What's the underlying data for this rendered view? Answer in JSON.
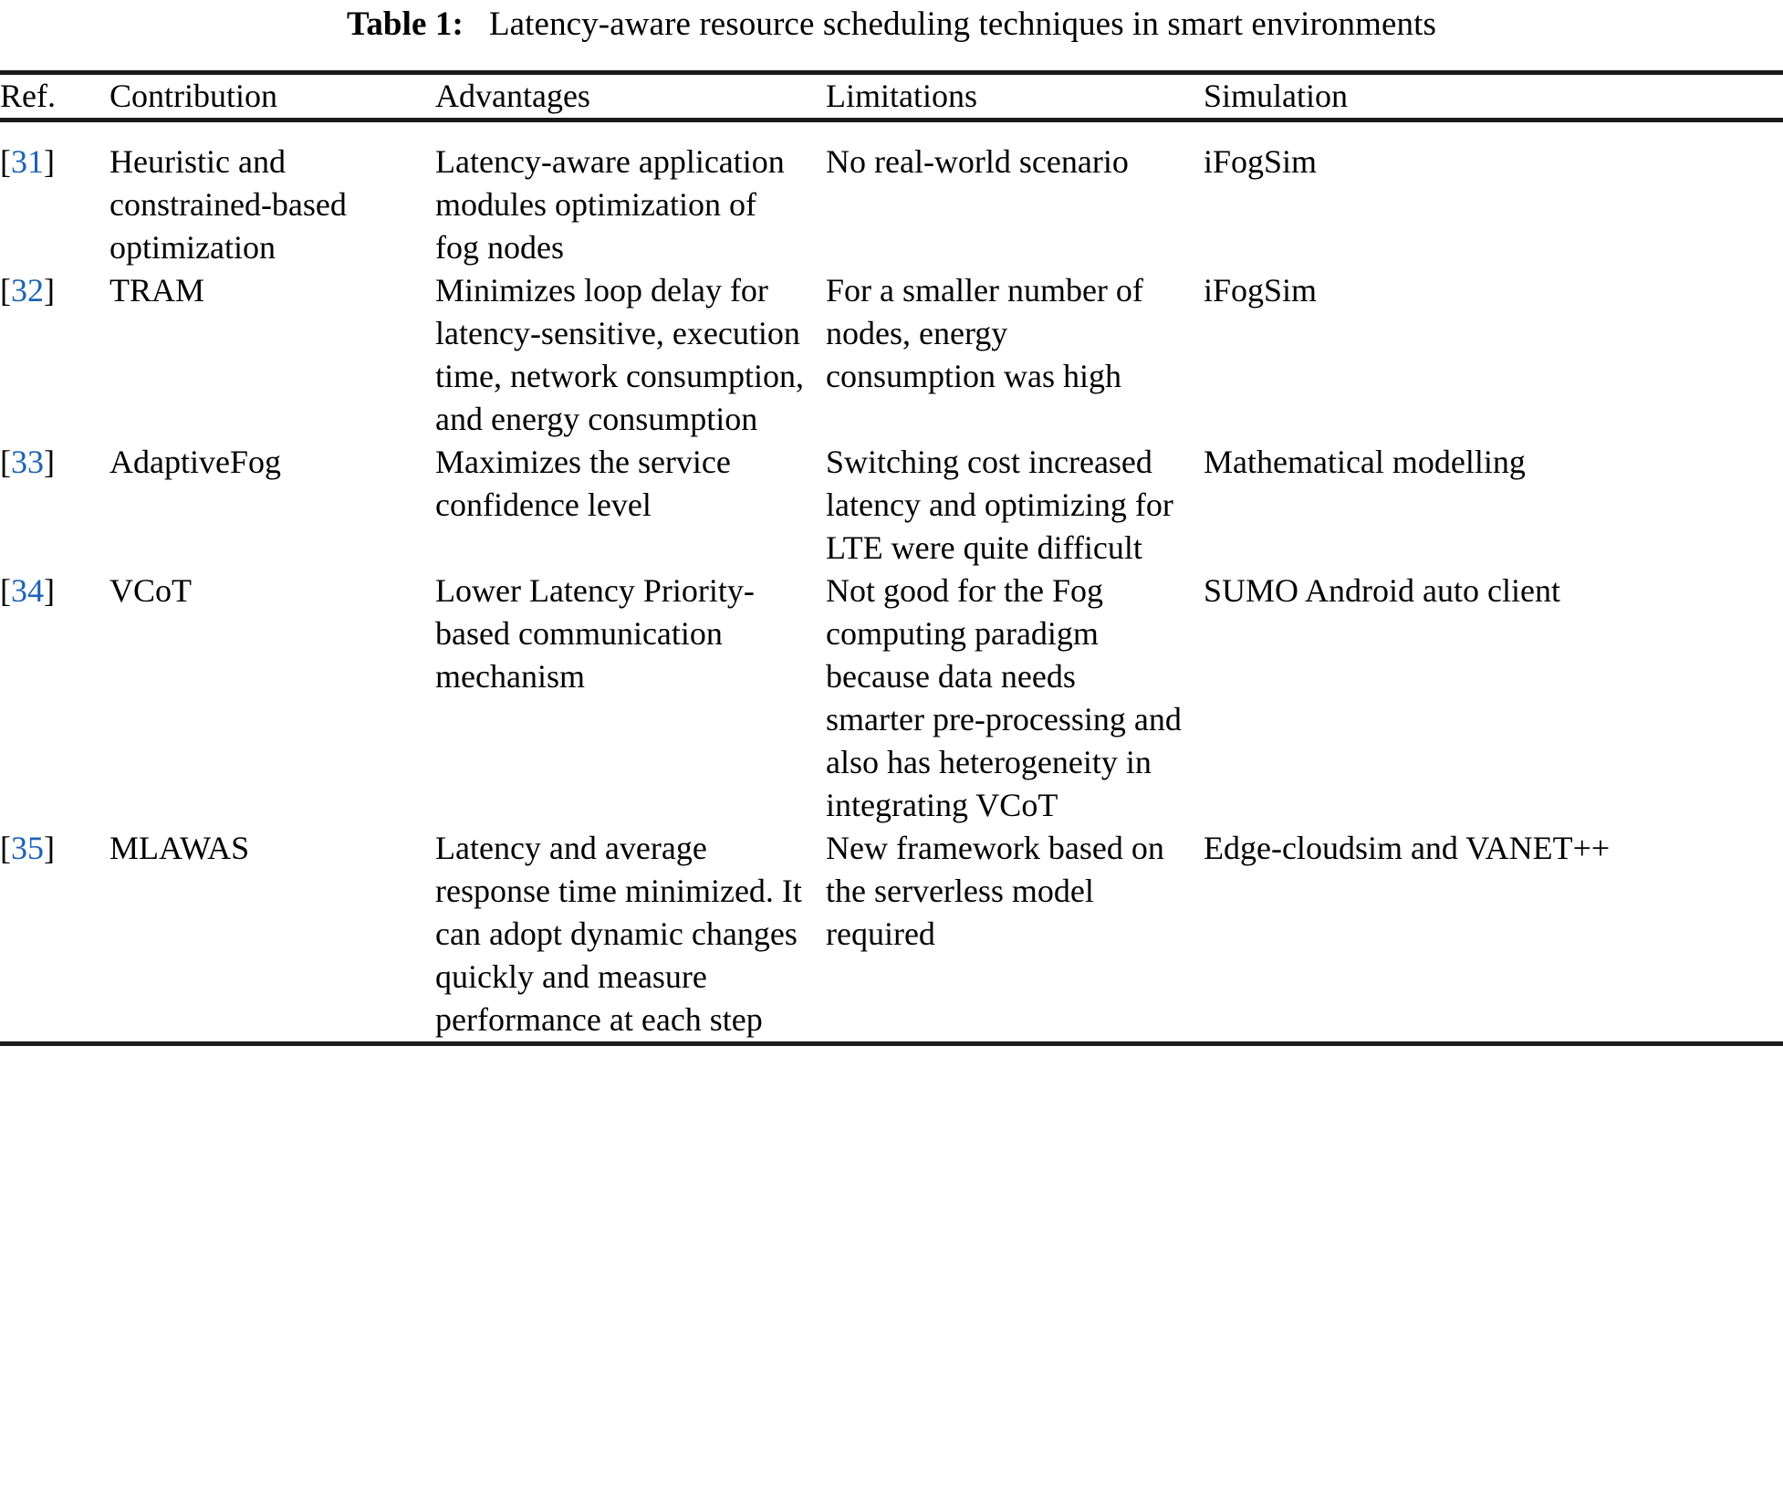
{
  "caption": {
    "label": "Table 1:",
    "text": "Latency-aware resource scheduling techniques in smart environments"
  },
  "colors": {
    "rule": "#1a1a1a",
    "link": "#1b64b5",
    "text": "#000000"
  },
  "table": {
    "columns": [
      {
        "key": "ref",
        "header": "Ref."
      },
      {
        "key": "contribution",
        "header": "Contribution"
      },
      {
        "key": "advantages",
        "header": "Advantages"
      },
      {
        "key": "limitations",
        "header": "Limitations"
      },
      {
        "key": "simulation",
        "header": "Simulation"
      }
    ],
    "rows": [
      {
        "ref_open": "[",
        "ref_num": "31",
        "ref_close": "]",
        "contribution": "Heuristic and constrained-based optimization",
        "advantages": "Latency-aware application modules optimization of fog nodes",
        "limitations": "No real-world scenario",
        "simulation": "iFogSim"
      },
      {
        "ref_open": "[",
        "ref_num": "32",
        "ref_close": "]",
        "contribution": "TRAM",
        "advantages": "Minimizes loop delay for latency-sensitive, execution time, network consumption, and energy consumption",
        "limitations": "For a smaller number of nodes, energy consumption was high",
        "simulation": "iFogSim"
      },
      {
        "ref_open": "[",
        "ref_num": "33",
        "ref_close": "]",
        "contribution": "AdaptiveFog",
        "advantages": "Maximizes the service confidence level",
        "limitations": "Switching cost increased latency and optimizing for LTE were quite difficult",
        "simulation": "Mathematical modelling"
      },
      {
        "ref_open": "[",
        "ref_num": "34",
        "ref_close": "]",
        "contribution": "VCoT",
        "advantages": "Lower Latency Priority-based communication mechanism",
        "limitations": "Not good for the Fog computing paradigm because data needs smarter pre-processing and also has heterogeneity in integrating VCoT",
        "simulation": "SUMO Android auto client"
      },
      {
        "ref_open": "[",
        "ref_num": "35",
        "ref_close": "]",
        "contribution": "MLAWAS",
        "advantages": "Latency and average response time minimized. It can adopt dynamic changes quickly and measure performance at each step",
        "limitations": "New framework based on the serverless model required",
        "simulation": "Edge-cloudsim and VANET++"
      }
    ]
  }
}
